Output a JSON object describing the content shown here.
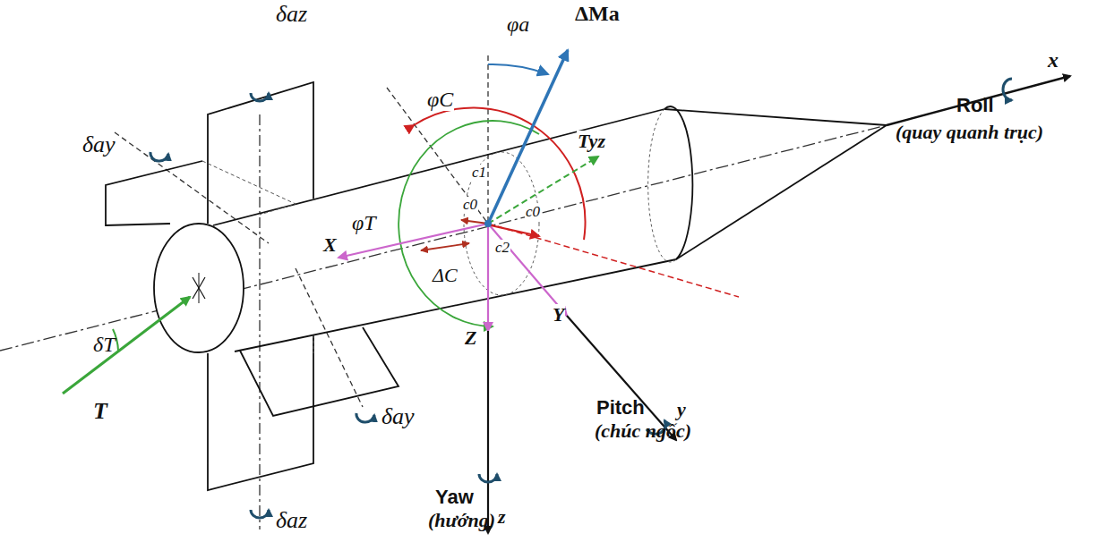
{
  "diagram": {
    "labels": [
      "δaz",
      "δay",
      "δay",
      "δaz",
      "φa",
      "ΔMa",
      "φC",
      "φT",
      "Tyz",
      "c1",
      "c0",
      "c0",
      "c2",
      "X",
      "ΔC",
      "Y",
      "Z",
      "T",
      "δT",
      "x",
      "Roll",
      "(quay quanh trục)",
      "y",
      "Pitch",
      "(chúc ngốc)",
      "z",
      "Yaw",
      "(hướng)"
    ]
  }
}
